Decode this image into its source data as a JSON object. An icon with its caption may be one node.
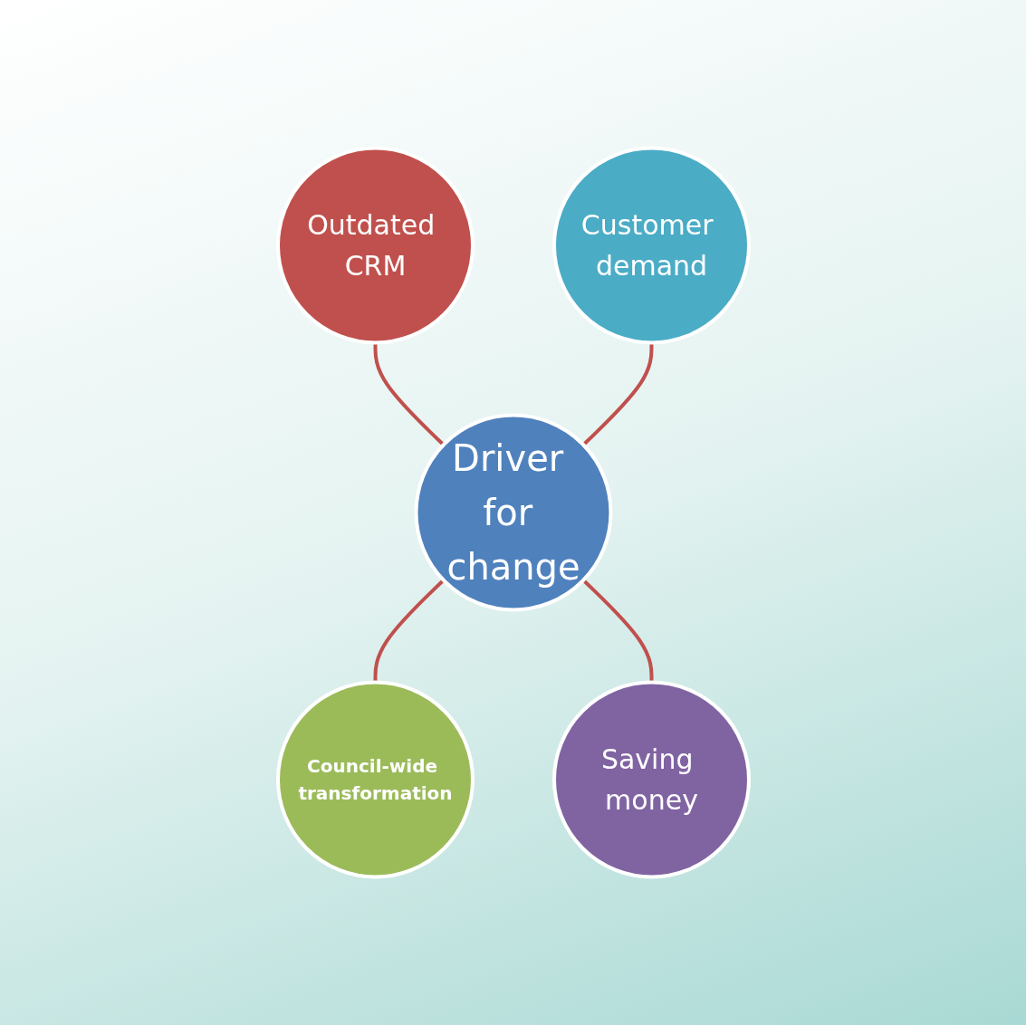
{
  "diagram": {
    "nodes": [
      {
        "text": [
          "Outdated CRM"
        ]
      },
      {
        "text": [
          "Customer demand"
        ]
      },
      {
        "text": [
          "Driver for change"
        ]
      },
      {
        "text": [
          "Council-wide transformation"
        ]
      },
      {
        "text": [
          "Saving money"
        ]
      }
    ],
    "edges": [
      {
        "from": 0,
        "to": 2,
        "arrow": "none"
      },
      {
        "from": 1,
        "to": 2,
        "arrow": "none"
      },
      {
        "from": 2,
        "to": 3,
        "arrow": "none"
      },
      {
        "from": 2,
        "to": 4,
        "arrow": "none"
      }
    ]
  }
}
